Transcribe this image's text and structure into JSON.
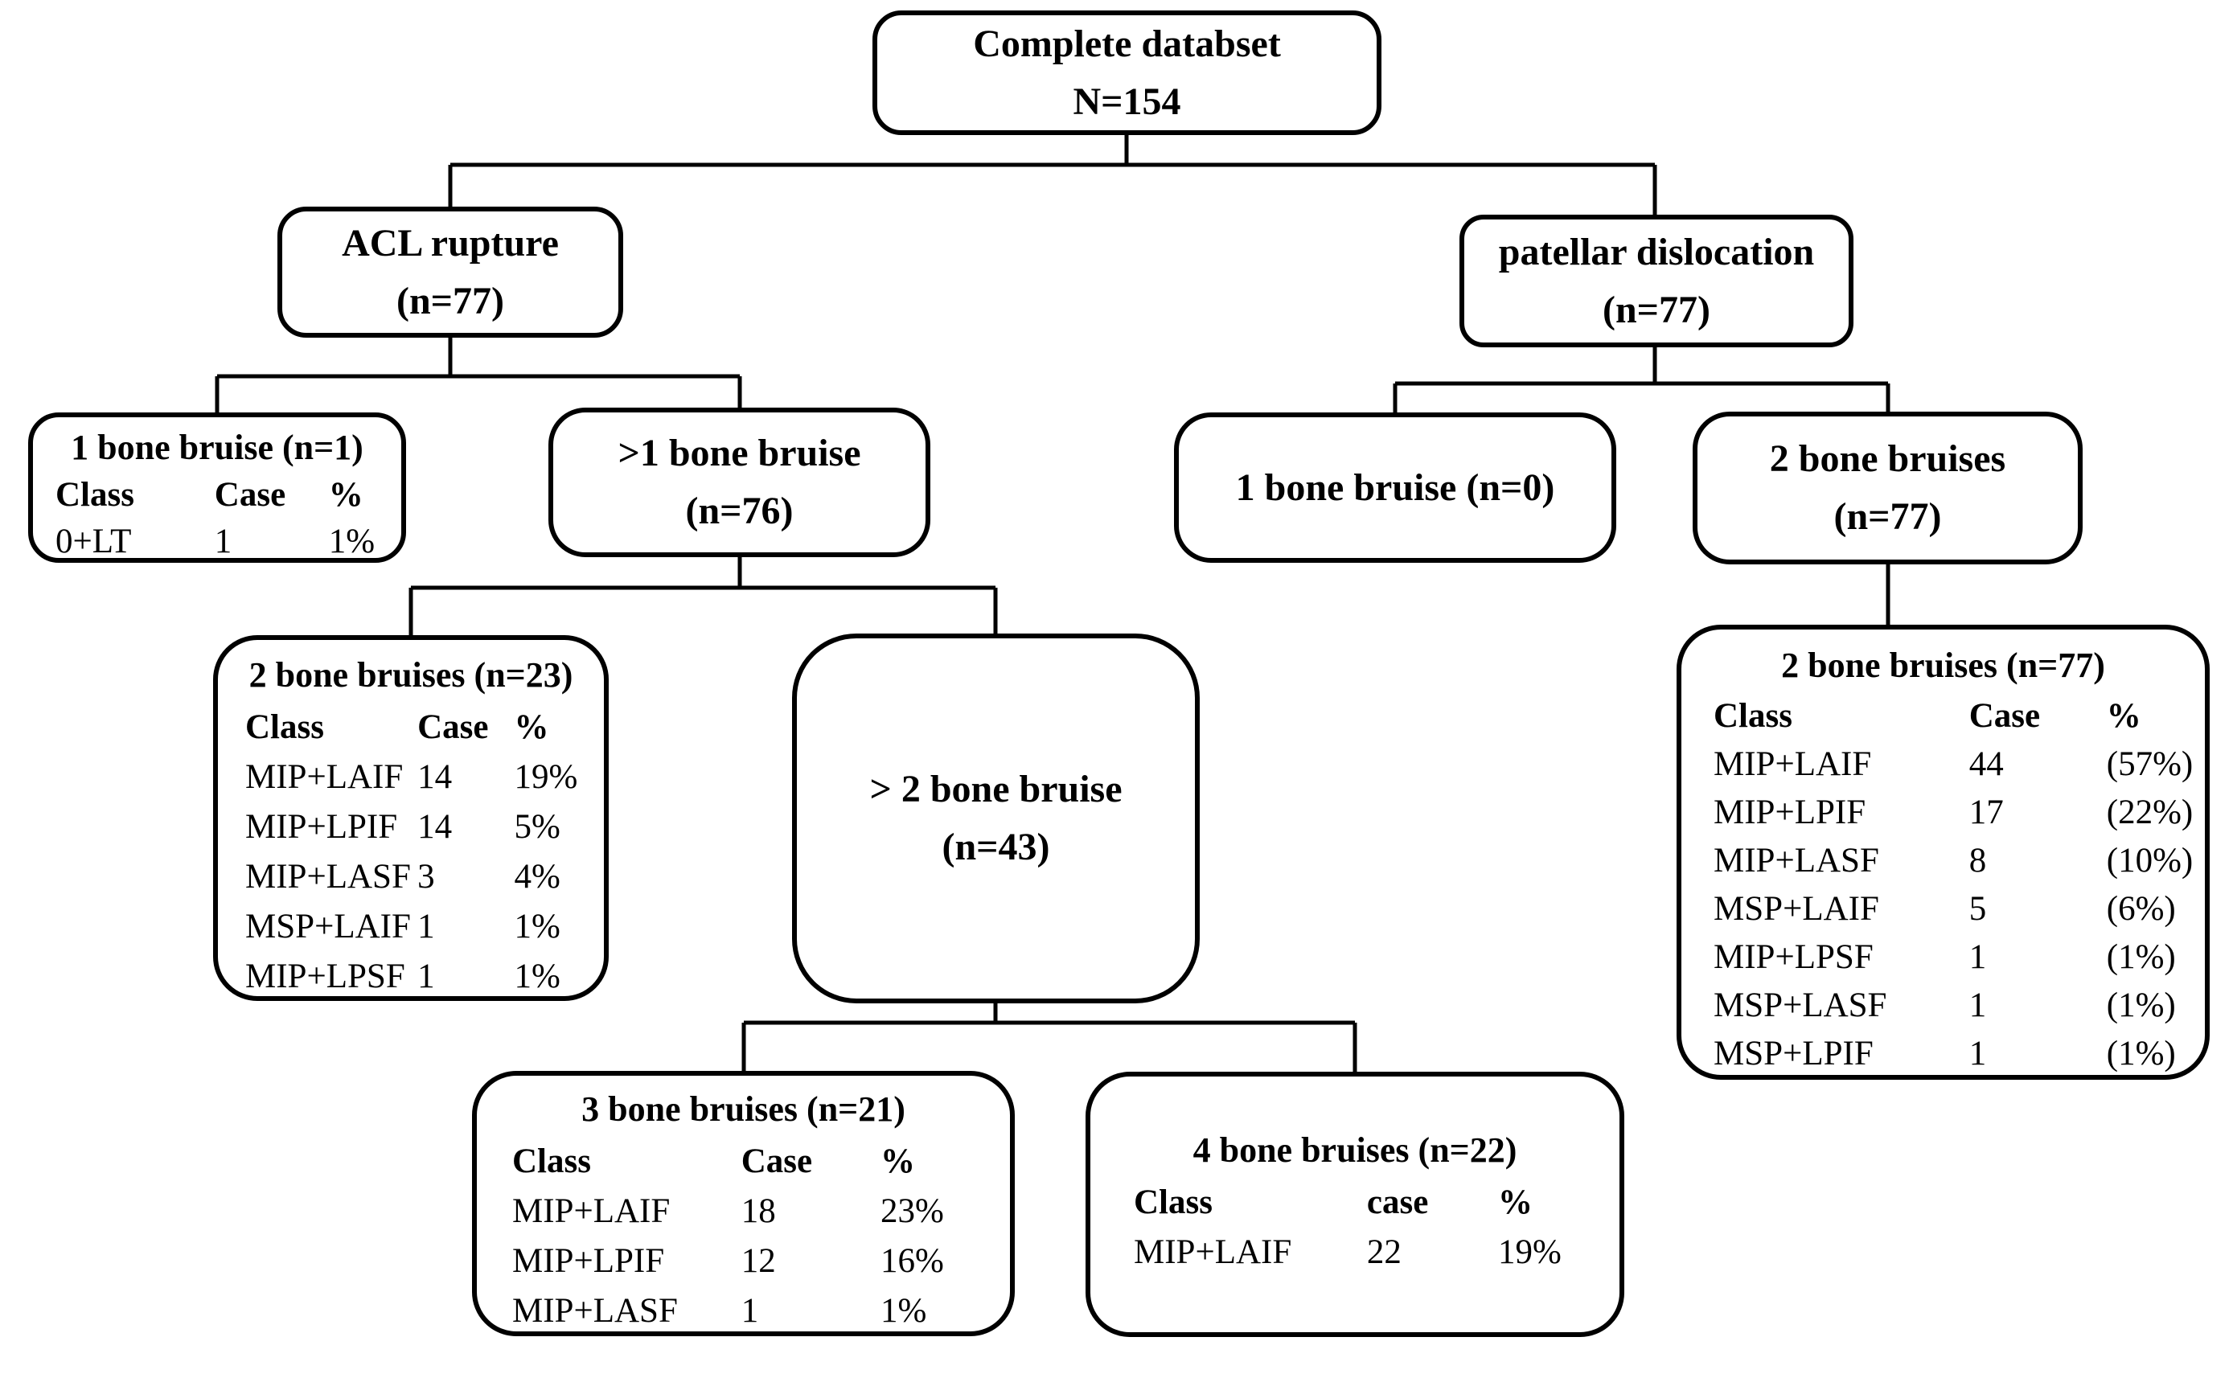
{
  "page": {
    "background_color": "#ffffff",
    "line_color": "#000000",
    "text_color": "#000000"
  },
  "nodes": {
    "root": {
      "line1": "Complete databset",
      "line2": "N=154"
    },
    "acl": {
      "line1": "ACL rupture",
      "line2": "(n=77)"
    },
    "patellar": {
      "line1": "patellar dislocation",
      "line2": "(n=77)"
    },
    "acl_1bb": {
      "title": "1 bone bruise (n=1)",
      "headers": [
        "Class",
        "Case",
        "%"
      ],
      "rows": [
        [
          "0+LT",
          "1",
          "1%"
        ]
      ]
    },
    "acl_gt1bb": {
      "line1": ">1 bone bruise",
      "line2": "(n=76)"
    },
    "acl_2bb": {
      "title": "2 bone bruises (n=23)",
      "headers": [
        "Class",
        "Case",
        "%"
      ],
      "rows": [
        [
          "MIP+LAIF",
          "14",
          "19%"
        ],
        [
          "MIP+LPIF",
          "14",
          "5%"
        ],
        [
          "MIP+LASF",
          "3",
          "4%"
        ],
        [
          "MSP+LAIF",
          "1",
          "1%"
        ],
        [
          "MIP+LPSF",
          "1",
          "1%"
        ]
      ]
    },
    "acl_gt2bb": {
      "line1": "> 2 bone bruise",
      "line2": "(n=43)"
    },
    "acl_3bb": {
      "title": "3 bone bruises (n=21)",
      "headers": [
        "Class",
        "Case",
        "%"
      ],
      "rows": [
        [
          "MIP+LAIF",
          "18",
          "23%"
        ],
        [
          "MIP+LPIF",
          "12",
          "16%"
        ],
        [
          "MIP+LASF",
          "1",
          "1%"
        ]
      ]
    },
    "acl_4bb": {
      "title": "4 bone bruises (n=22)",
      "headers": [
        "Class",
        "case",
        "%"
      ],
      "rows": [
        [
          "MIP+LAIF",
          "22",
          "19%"
        ]
      ]
    },
    "pat_1bb": {
      "line1": "1 bone bruise (n=0)"
    },
    "pat_2bb": {
      "line1": "2 bone bruises",
      "line2": "(n=77)"
    },
    "pat_2bb_table": {
      "title": "2 bone bruises (n=77)",
      "headers": [
        "Class",
        "Case",
        "%"
      ],
      "rows": [
        [
          "MIP+LAIF",
          "44",
          "(57%)"
        ],
        [
          "MIP+LPIF",
          "17",
          "(22%)"
        ],
        [
          "MIP+LASF",
          "8",
          "(10%)"
        ],
        [
          "MSP+LAIF",
          "5",
          "(6%)"
        ],
        [
          "MIP+LPSF",
          "1",
          "(1%)"
        ],
        [
          "MSP+LASF",
          "1",
          "(1%)"
        ],
        [
          "MSP+LPIF",
          "1",
          "(1%)"
        ]
      ]
    }
  }
}
